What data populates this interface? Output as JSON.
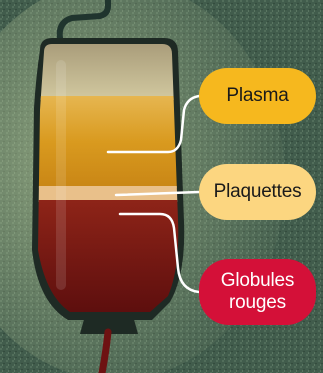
{
  "labels": {
    "plasma": "Plasma",
    "plaquettes": "Plaquettes",
    "globules_line1": "Globules",
    "globules_line2": "rouges"
  },
  "colors": {
    "plasma_pill": "#f6b81e",
    "plaquettes_pill": "#fcd680",
    "globules_pill": "#d41038",
    "plasma_fluid": "#d99a1f",
    "plaquettes_band": "#e9c08a",
    "globules_fluid": "#7a1212",
    "connector": "#ffffff"
  }
}
